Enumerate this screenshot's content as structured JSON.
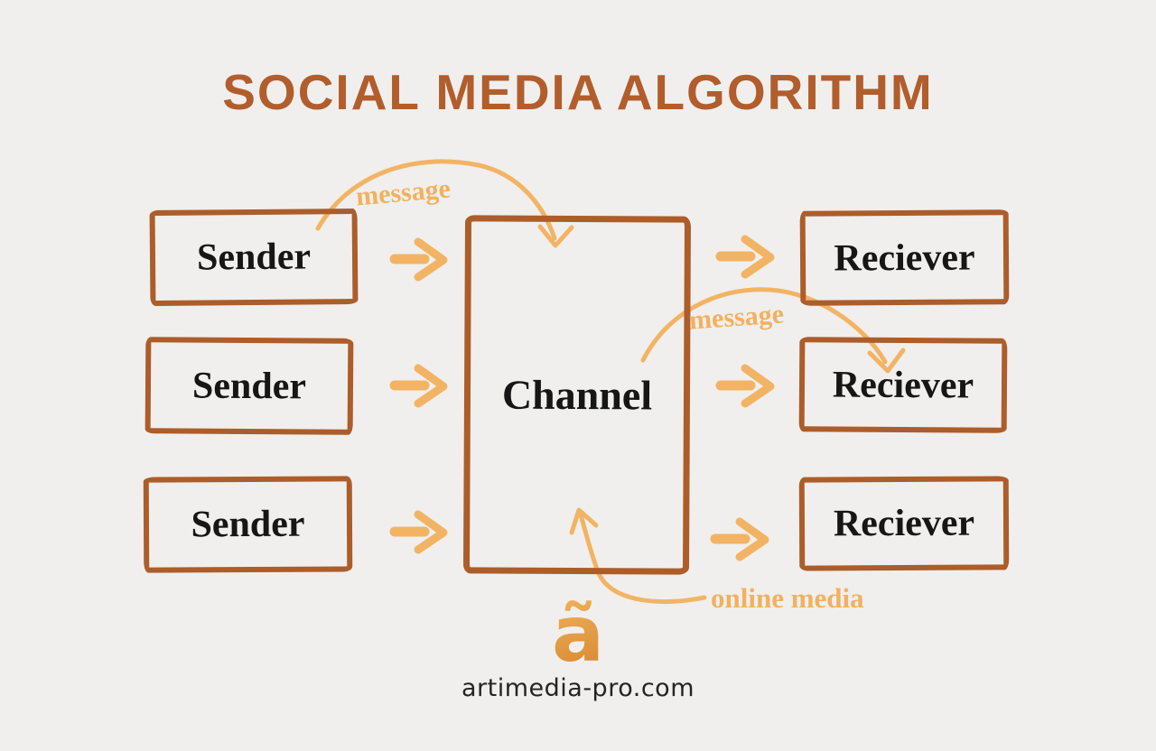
{
  "title": "SOCIAL MEDIA ALGORITHM",
  "colors": {
    "background": "#f0efed",
    "title": "#b25d2c",
    "box_border": "#ac5d2a",
    "box_text": "#161616",
    "arrow": "#f2b464",
    "annotation_text": "#f2b160",
    "website_text": "#242424"
  },
  "diagram": {
    "senders": [
      {
        "label": "Sender"
      },
      {
        "label": "Sender"
      },
      {
        "label": "Sender"
      }
    ],
    "channel": {
      "label": "Channel"
    },
    "receivers": [
      {
        "label": "Reciever"
      },
      {
        "label": "Reciever"
      },
      {
        "label": "Reciever"
      }
    ],
    "annotations": {
      "message_top": "message",
      "message_middle": "message",
      "online_media": "online media"
    }
  },
  "footer": {
    "logo_glyph": "ã",
    "website": "artimedia-pro.com"
  }
}
